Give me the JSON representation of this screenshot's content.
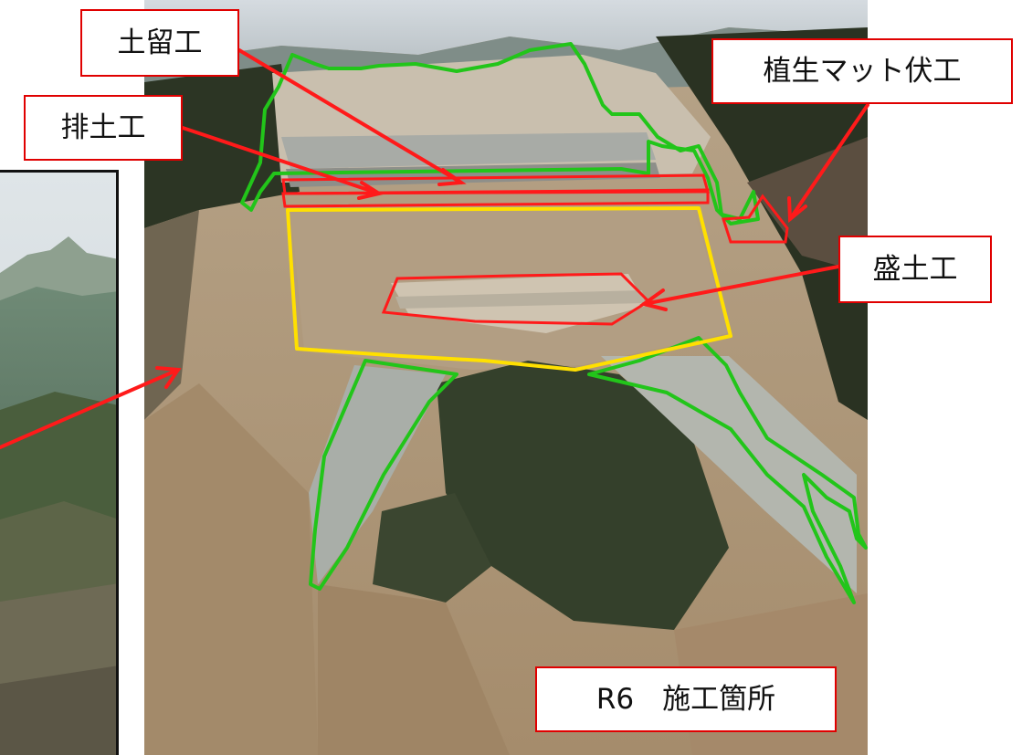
{
  "labels": {
    "soil_retaining": "土留工",
    "drainage": "排土工",
    "vegetation_mat": "植生マット伏工",
    "embankment": "盛土工",
    "caption": "R6　施工箇所"
  },
  "colors": {
    "annotation_red": "#ff1a1a",
    "outline_green": "#22c51a",
    "outline_yellow": "#ffe000",
    "bare_soil": "#b39a7c",
    "forest": "#2f3a25",
    "sky": "#d8dde2"
  }
}
